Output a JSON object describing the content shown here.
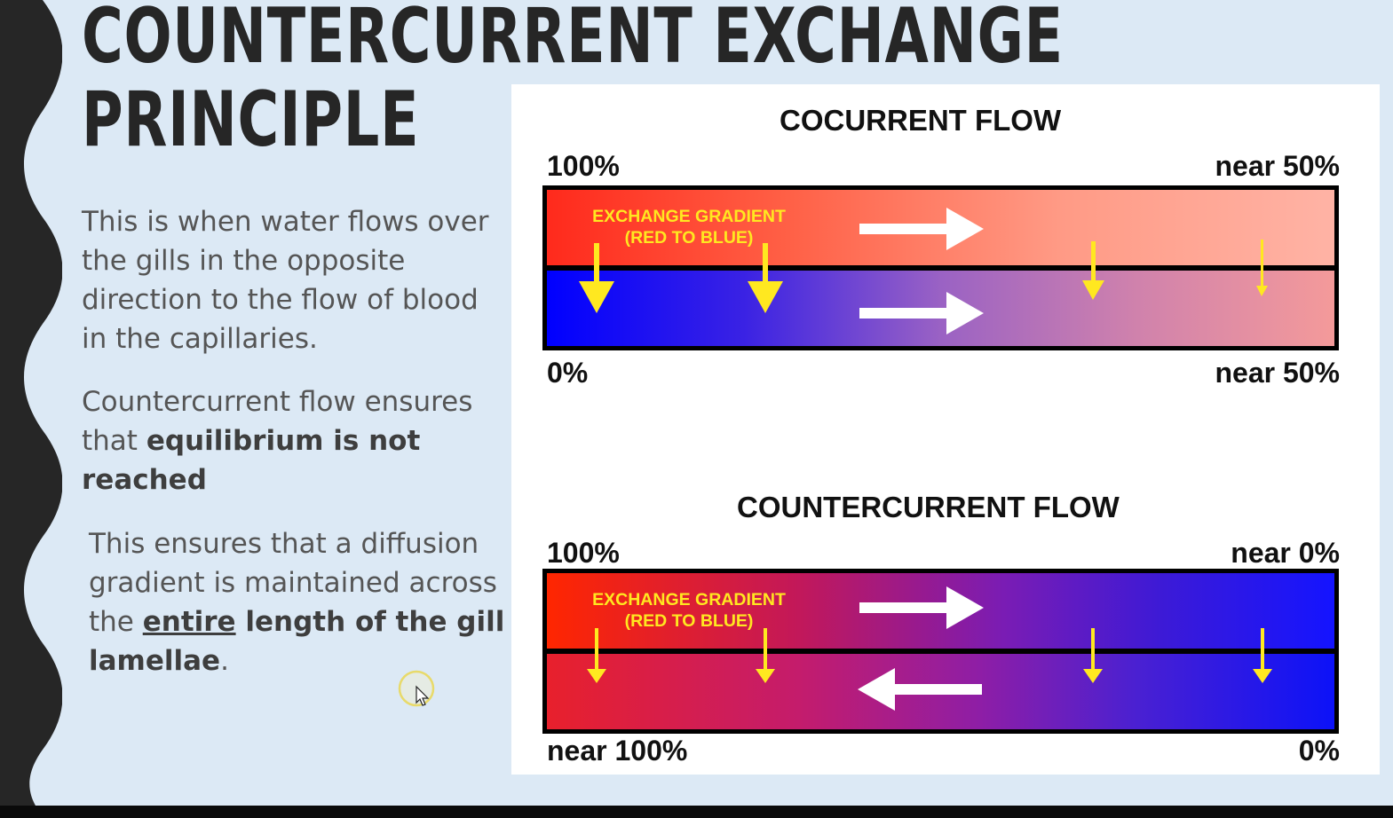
{
  "slide": {
    "title_line1": "COUNTERCURRENT EXCHANGE",
    "title_line2": "PRINCIPLE",
    "p1": "This is when water flows over the gills in the opposite direction to the flow of blood in the capillaries.",
    "p2": {
      "plain": "Countercurrent flow ensures that ",
      "bold": "equilibrium is not reached"
    },
    "p3": {
      "plain1": "This ensures that a diffusion gradient is maintained across the ",
      "underlined_bold": "entire",
      "bold": " length of the gill lamellae",
      "end": "."
    }
  },
  "diagram": {
    "cocurrent": {
      "title": "COCURRENT FLOW",
      "top_left": "100%",
      "top_right": "near 50%",
      "bottom_left": "0%",
      "bottom_right": "near 50%",
      "gradient_line1": "EXCHANGE GRADIENT",
      "gradient_line2": "(RED TO BLUE)"
    },
    "countercurrent": {
      "title": "COUNTERCURRENT FLOW",
      "top_left": "100%",
      "top_right": "near 0%",
      "bottom_left": "near 100%",
      "bottom_right": "0%",
      "gradient_line1": "EXCHANGE GRADIENT",
      "gradient_line2": "(RED TO BLUE)"
    }
  },
  "colors": {
    "slide_bg": "#dce9f5",
    "left_edge": "#262626",
    "arrow_yellow": "#ffe820",
    "flow_arrow": "#ffffff"
  },
  "icons": {
    "flow_arrow": "arrow-right-icon",
    "reverse_flow_arrow": "arrow-left-icon",
    "exchange_arrow": "arrow-down-icon",
    "cursor": "mouse-cursor-icon"
  }
}
